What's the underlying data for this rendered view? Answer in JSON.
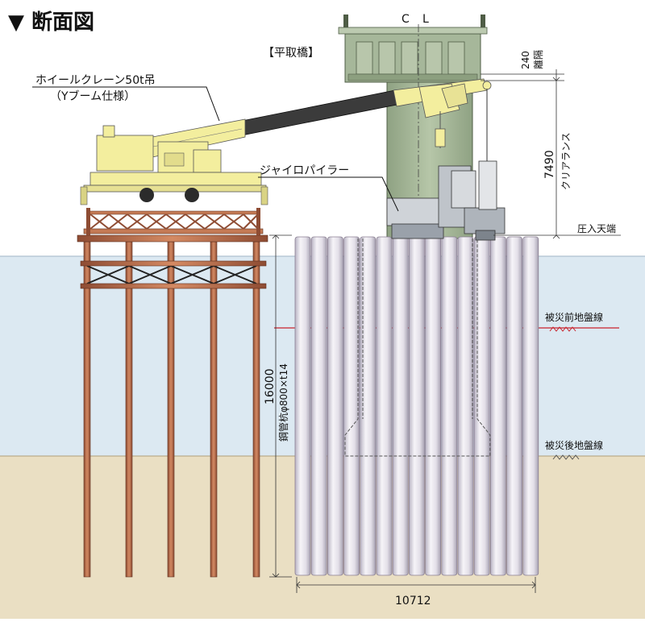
{
  "title": "▼ 断面図",
  "centerline": {
    "c": "C",
    "l": "L"
  },
  "labels": {
    "bridge": "【平取橋】",
    "crane_line1": "ホイールクレーン50t吊",
    "crane_line2": "（Yブーム仕様）",
    "gyro": "ジャイロパイラー",
    "press_top": "圧入天端",
    "ground_before": "被災前地盤線",
    "ground_after": "被災後地盤線",
    "pipe_spec": "鋼管杭φ800×t14"
  },
  "dimensions": {
    "gap_value": "240",
    "gap_label": "離隔",
    "clearance_value": "7490",
    "clearance_label": "クリアランス",
    "depth_value": "16000",
    "width_value": "10712"
  },
  "colors": {
    "water": "#dce9f2",
    "soil": "#e8dcbf",
    "pier": "#a8b89c",
    "crane": "#f3ee9e",
    "boom": "#3a3a3a",
    "timber": "#b86d4d",
    "pile": "#e9e6ee",
    "line_red": "#c8232c"
  }
}
